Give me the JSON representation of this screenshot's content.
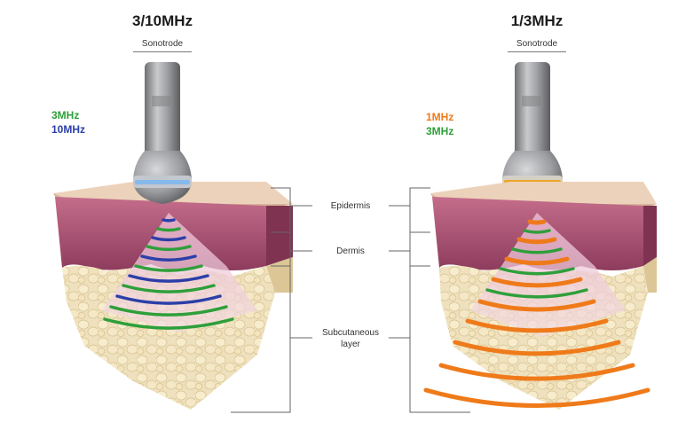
{
  "left_panel": {
    "title": "3/10MHz",
    "sonotrode_label": "Sonotrode",
    "legend": [
      {
        "text": "3MHz",
        "color": "#2e9f3a"
      },
      {
        "text": "10MHz",
        "color": "#2b3fa8"
      }
    ]
  },
  "right_panel": {
    "title": "1/3MHz",
    "sonotrode_label": "Sonotrode",
    "legend": [
      {
        "text": "1MHz",
        "color": "#ef7a1a"
      },
      {
        "text": "3MHz",
        "color": "#2e9f3a"
      }
    ]
  },
  "layer_labels": {
    "epidermis": "Epidermis",
    "dermis": "Dermis",
    "subcutaneous_line1": "Subcutaneous",
    "subcutaneous_line2": "layer"
  },
  "colors": {
    "epidermis": "#e9cdb4",
    "dermis": "#b25a7a",
    "fat": "#efe1bd",
    "probe_metal": "#9a9b9e",
    "ring_left": "#7fb7f0",
    "ring_right": "#f0a21e"
  }
}
